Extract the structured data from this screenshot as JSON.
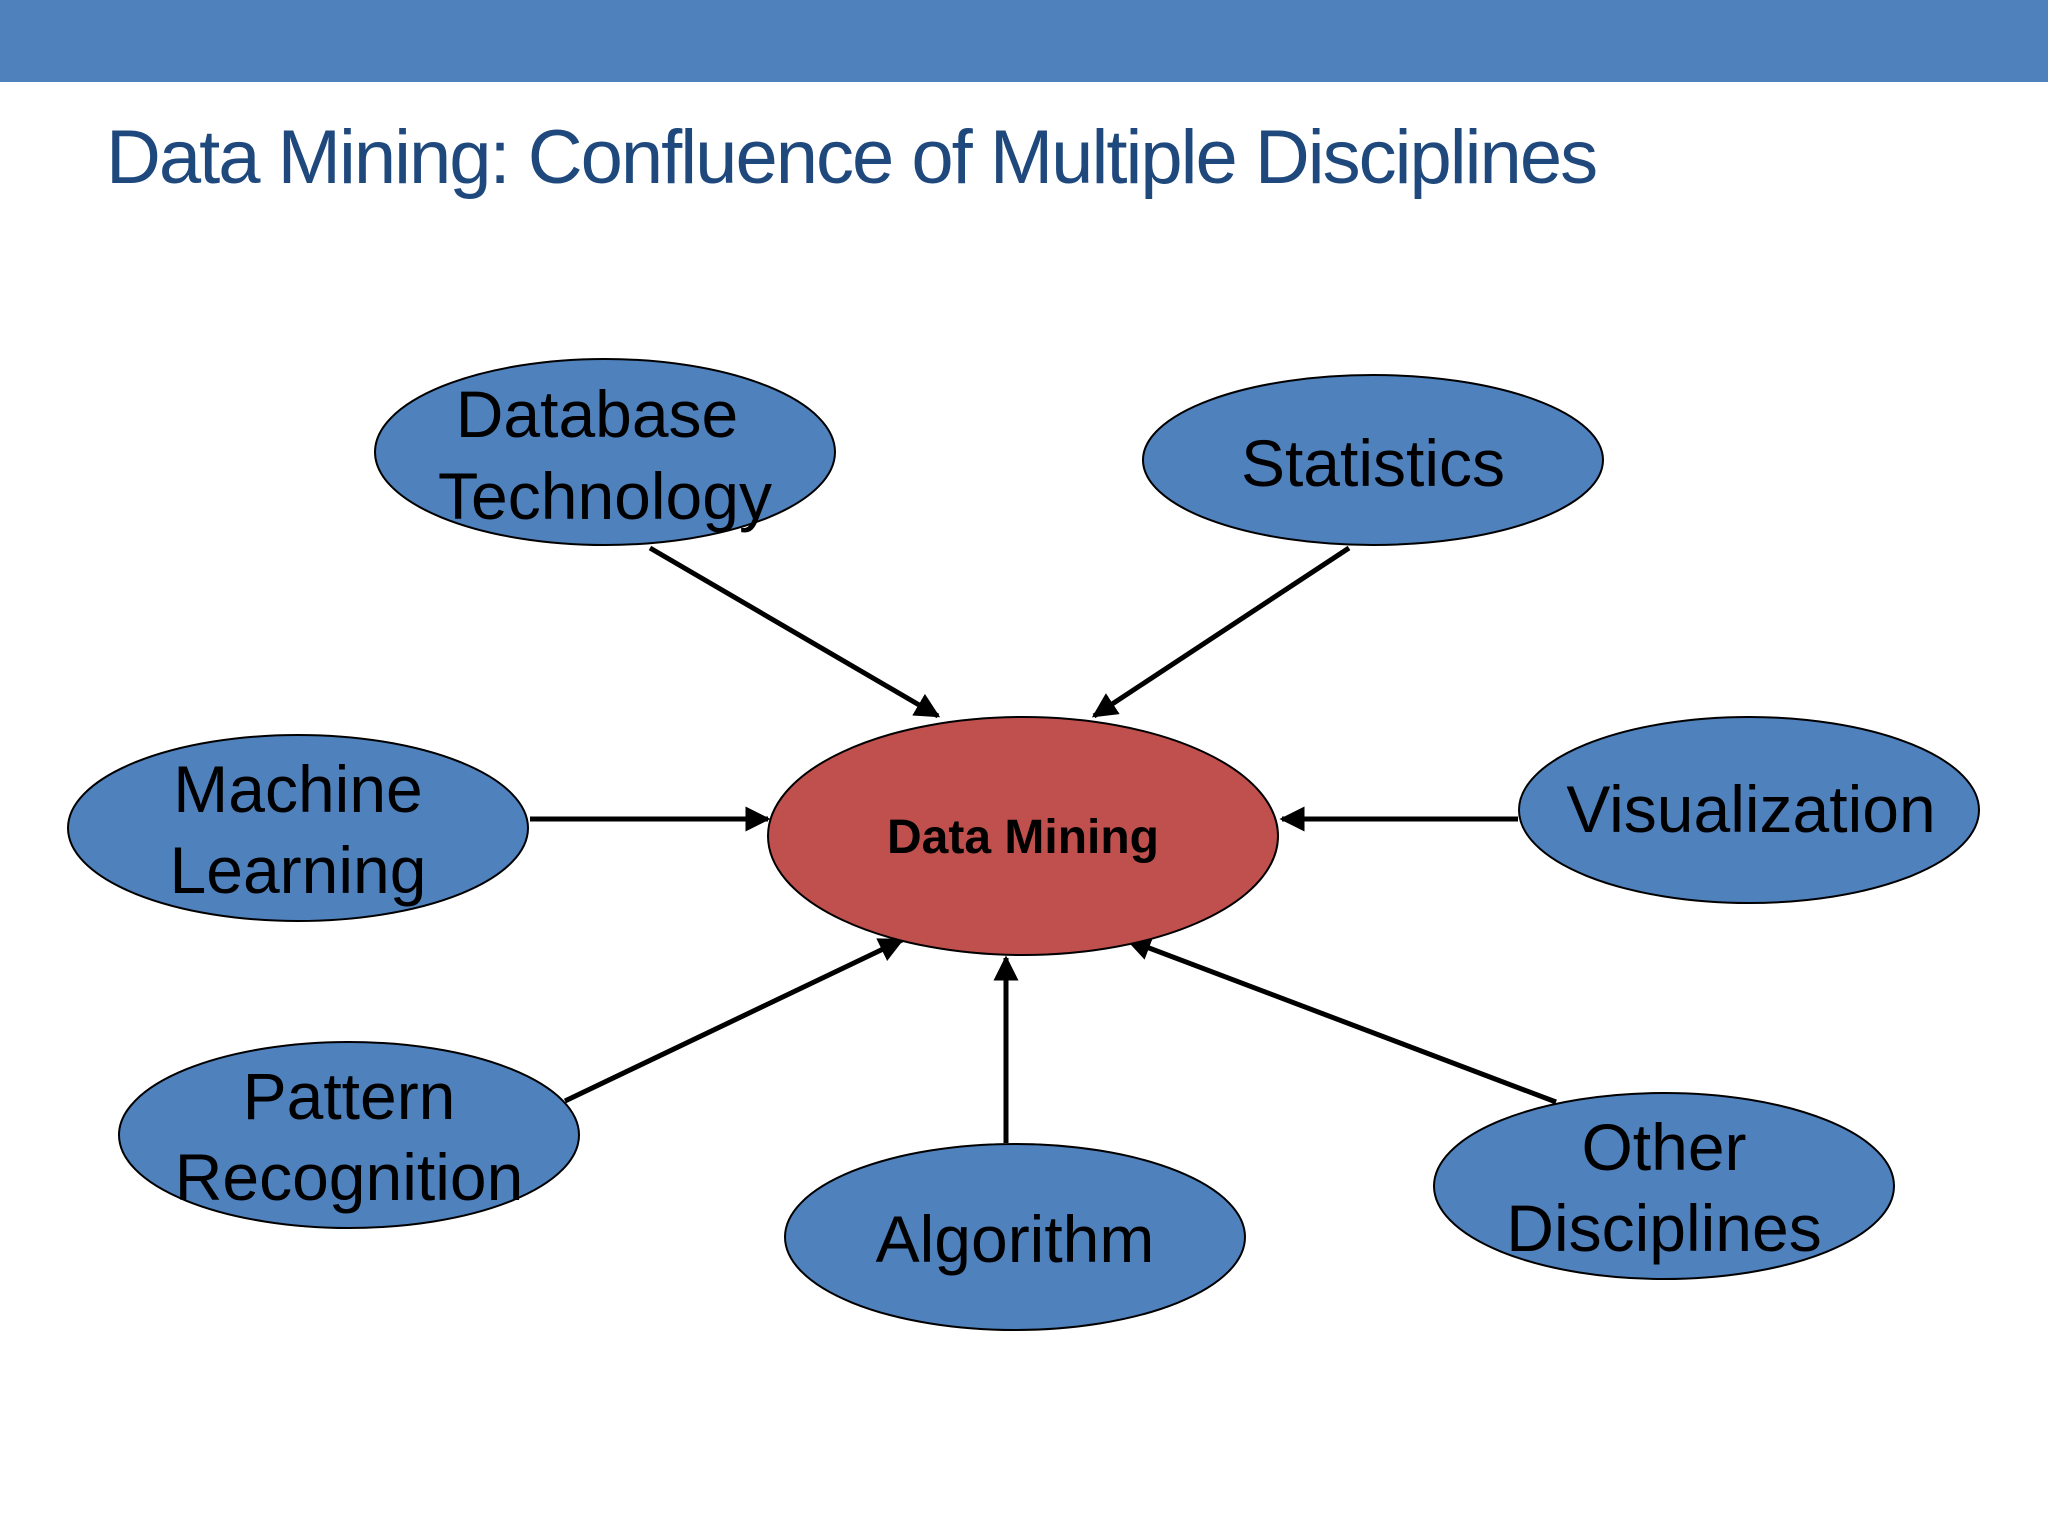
{
  "slide": {
    "title": "Data Mining: Confluence of Multiple Disciplines"
  },
  "theme": {
    "header_bar_color": "#4f81bd",
    "title_color": "#1f497d",
    "node_fill": "#4f81bd",
    "center_fill": "#c0504d",
    "outline": "#000000"
  },
  "diagram": {
    "center": {
      "label": "Data Mining"
    },
    "nodes": {
      "database_technology": {
        "line1": "Database",
        "line2": "Technology"
      },
      "statistics": {
        "line1": "Statistics"
      },
      "machine_learning": {
        "line1": "Machine",
        "line2": "Learning"
      },
      "visualization": {
        "line1": "Visualization"
      },
      "pattern_recognition": {
        "line1": "Pattern",
        "line2": "Recognition"
      },
      "algorithm": {
        "line1": "Algorithm"
      },
      "other_disciplines": {
        "line1": "Other",
        "line2": "Disciplines"
      }
    }
  }
}
